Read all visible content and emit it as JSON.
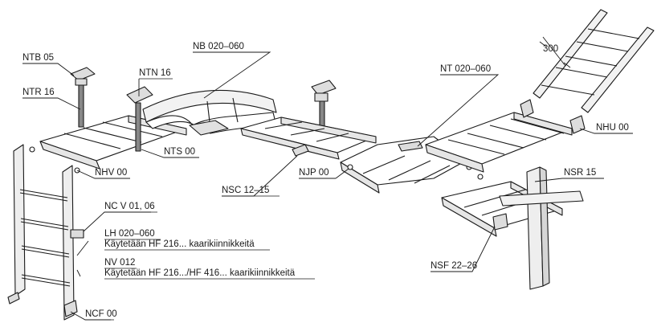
{
  "labels": {
    "ntb": "NTB 05",
    "ntr": "NTR 16",
    "ntn": "NTN 16",
    "nb": "NB 020–060",
    "nt": "NT 020–060",
    "dim300": "300",
    "nhu": "NHU 00",
    "nts": "NTS 00",
    "nhv": "NHV 00",
    "njp": "NJP 00",
    "nsr": "NSR 15",
    "nsc": "NSC 12–15",
    "ncv": "NC V 01, 06",
    "lh": "LH 020–060",
    "lh_note": "Käytetään HF 216... kaarikiinnikkeitä",
    "nv": "NV 012",
    "nv_note": "Käytetään HF 216.../HF 416... kaarikiinnikkeitä",
    "nsf": "NSF 22–26",
    "ncf": "NCF 00"
  }
}
